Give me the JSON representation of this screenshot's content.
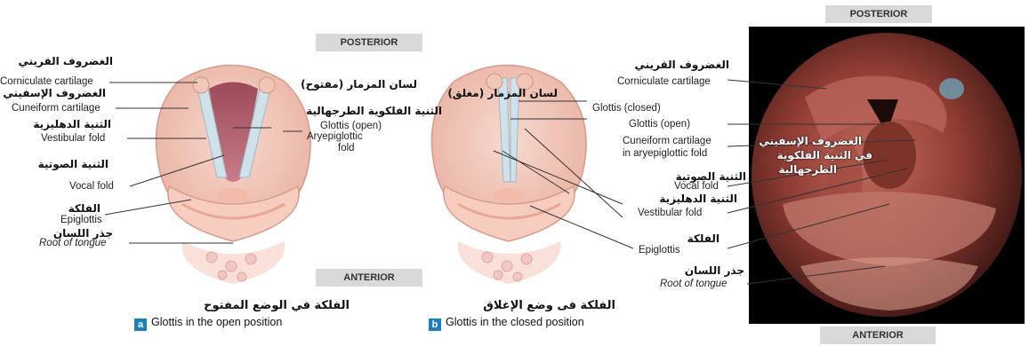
{
  "panel_a": {
    "posterior": "POSTERIOR",
    "anterior": "ANTERIOR",
    "labels": {
      "corniculate_ar": "الغضروف القريني",
      "corniculate_en": "Corniculate cartilage",
      "cuneiform_ar": "الغضروف الإسفيني",
      "cuneiform_en": "Cuneiform cartilage",
      "vestibular_ar": "الثنية الدهليزية",
      "vestibular_en": "Vestibular fold",
      "vocal_ar": "الثنية الصوتية",
      "vocal_en": "Vocal fold",
      "epiglottis_ar": "الفلكة",
      "epiglottis_en": "Epiglottis",
      "root_ar": "جذر اللسان",
      "root_en": "Root of tongue",
      "glottis_open_ar": "لسان المزمار (مفتوح)",
      "glottis_open_en": "Glottis (open)",
      "aryepi_ar": "الثنية الفلكوية الطرجهالية",
      "aryepi_en": "Aryepiglottic",
      "aryepi_en2": "fold"
    },
    "caption_ar": "الفلكة في الوضع المفتوح",
    "badge": "a",
    "caption_en": "Glottis in the open position"
  },
  "panel_b": {
    "labels": {
      "glottis_closed_ar": "لسان المزمار (مغلق)",
      "glottis_closed_en": "Glottis (closed)"
    },
    "caption_ar": "الفلكة فى وضع الإغلاق",
    "badge": "b",
    "caption_en": "Glottis in the closed position"
  },
  "panel_c": {
    "posterior": "POSTERIOR",
    "anterior": "ANTERIOR",
    "labels": {
      "corniculate_ar": "الغضروف القريني",
      "corniculate_en": "Corniculate cartilage",
      "glottis_open_en": "Glottis (open)",
      "cuneiform_en1": "Cuneiform cartilage",
      "cuneiform_en2": "in aryepiglottic fold",
      "cuneiform_ar1": "الغضروف الإسفيني",
      "cuneiform_ar2": "في الثنية الفلكوية",
      "cuneiform_ar3": "الطرجهالية",
      "vocal_ar": "الثنية الصوتية",
      "vocal_en": "Vocal fold",
      "vestibular_ar": "الثنية الدهليزية",
      "vestibular_en": "Vestibular fold",
      "epiglottis_ar": "الفلكة",
      "epiglottis_en": "Epiglottis",
      "root_ar": "جذر اللسان",
      "root_en": "Root of tongue"
    }
  },
  "colors": {
    "badge": "#1d7fc0",
    "tissue": "#f2c4b4",
    "tissue_dark": "#d99b8c",
    "cord": "#cfe1ea",
    "label_box": "#d9d9d9"
  }
}
